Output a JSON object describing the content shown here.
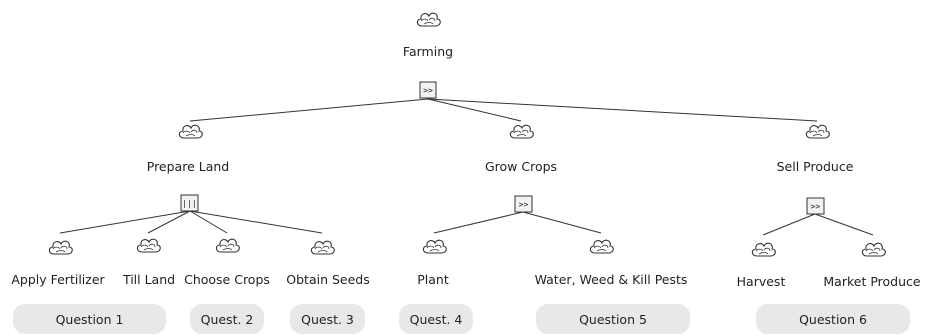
{
  "diagram": {
    "root": {
      "label": "Farming",
      "operator": ">>"
    },
    "level1": [
      {
        "label": "Prepare Land",
        "operator": "|||"
      },
      {
        "label": "Grow Crops",
        "operator": ">>"
      },
      {
        "label": "Sell Produce",
        "operator": ">>"
      }
    ],
    "leaves": [
      "Apply Fertilizer",
      "Till Land",
      "Choose Crops",
      "Obtain Seeds",
      "Plant",
      "Water, Weed & Kill Pests",
      "Harvest",
      "Market Produce"
    ],
    "icon": "cloud-icon"
  },
  "questions": [
    "Question 1",
    "Quest. 2",
    "Quest. 3",
    "Quest. 4",
    "Question 5",
    "Question 6"
  ]
}
